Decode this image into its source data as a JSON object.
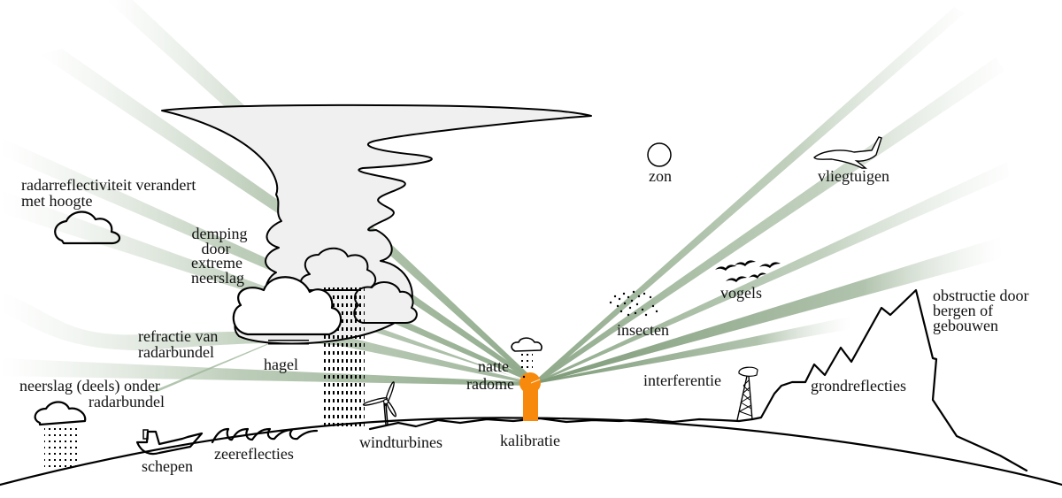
{
  "diagram": {
    "title": "",
    "language": "nl",
    "colors": {
      "beam": "#8fa98a",
      "beam_dark": "#7d9a77",
      "radar": "#f7890c",
      "storm_fill": "#f0f0f0",
      "ink": "#000000"
    },
    "labels": {
      "reflectivity_1": "radarreflectiviteit verandert",
      "reflectivity_2": "met hoogte",
      "attenuation_1": "demping",
      "attenuation_2": "door",
      "attenuation_3": "extreme",
      "attenuation_4": "neerslag",
      "refraction_1": "refractie van",
      "refraction_2": "radarbundel",
      "hail": "hagel",
      "below_beam_1": "neerslag (deels) onder",
      "below_beam_2": "radarbundel",
      "ships": "schepen",
      "sea_clutter": "zeereflecties",
      "wind_turbines": "windturbines",
      "wet_radome_1": "natte",
      "wet_radome_2": "radome",
      "calibration": "kalibratie",
      "sun": "zon",
      "aircraft": "vliegtuigen",
      "insects": "insecten",
      "birds": "vogels",
      "interference": "interferentie",
      "obstruction_1": "obstructie door",
      "obstruction_2": "bergen of",
      "obstruction_3": "gebouwen",
      "ground_clutter": "grondreflecties"
    },
    "icons": [
      "storm-cloud-icon",
      "cloud-icon",
      "rain-icon",
      "hail-icon",
      "ship-icon",
      "wave-icon",
      "wind-turbine-icon",
      "radar-tower-icon",
      "sun-icon",
      "airplane-icon",
      "insects-icon",
      "birds-icon",
      "antenna-tower-icon",
      "mountain-icon"
    ]
  }
}
